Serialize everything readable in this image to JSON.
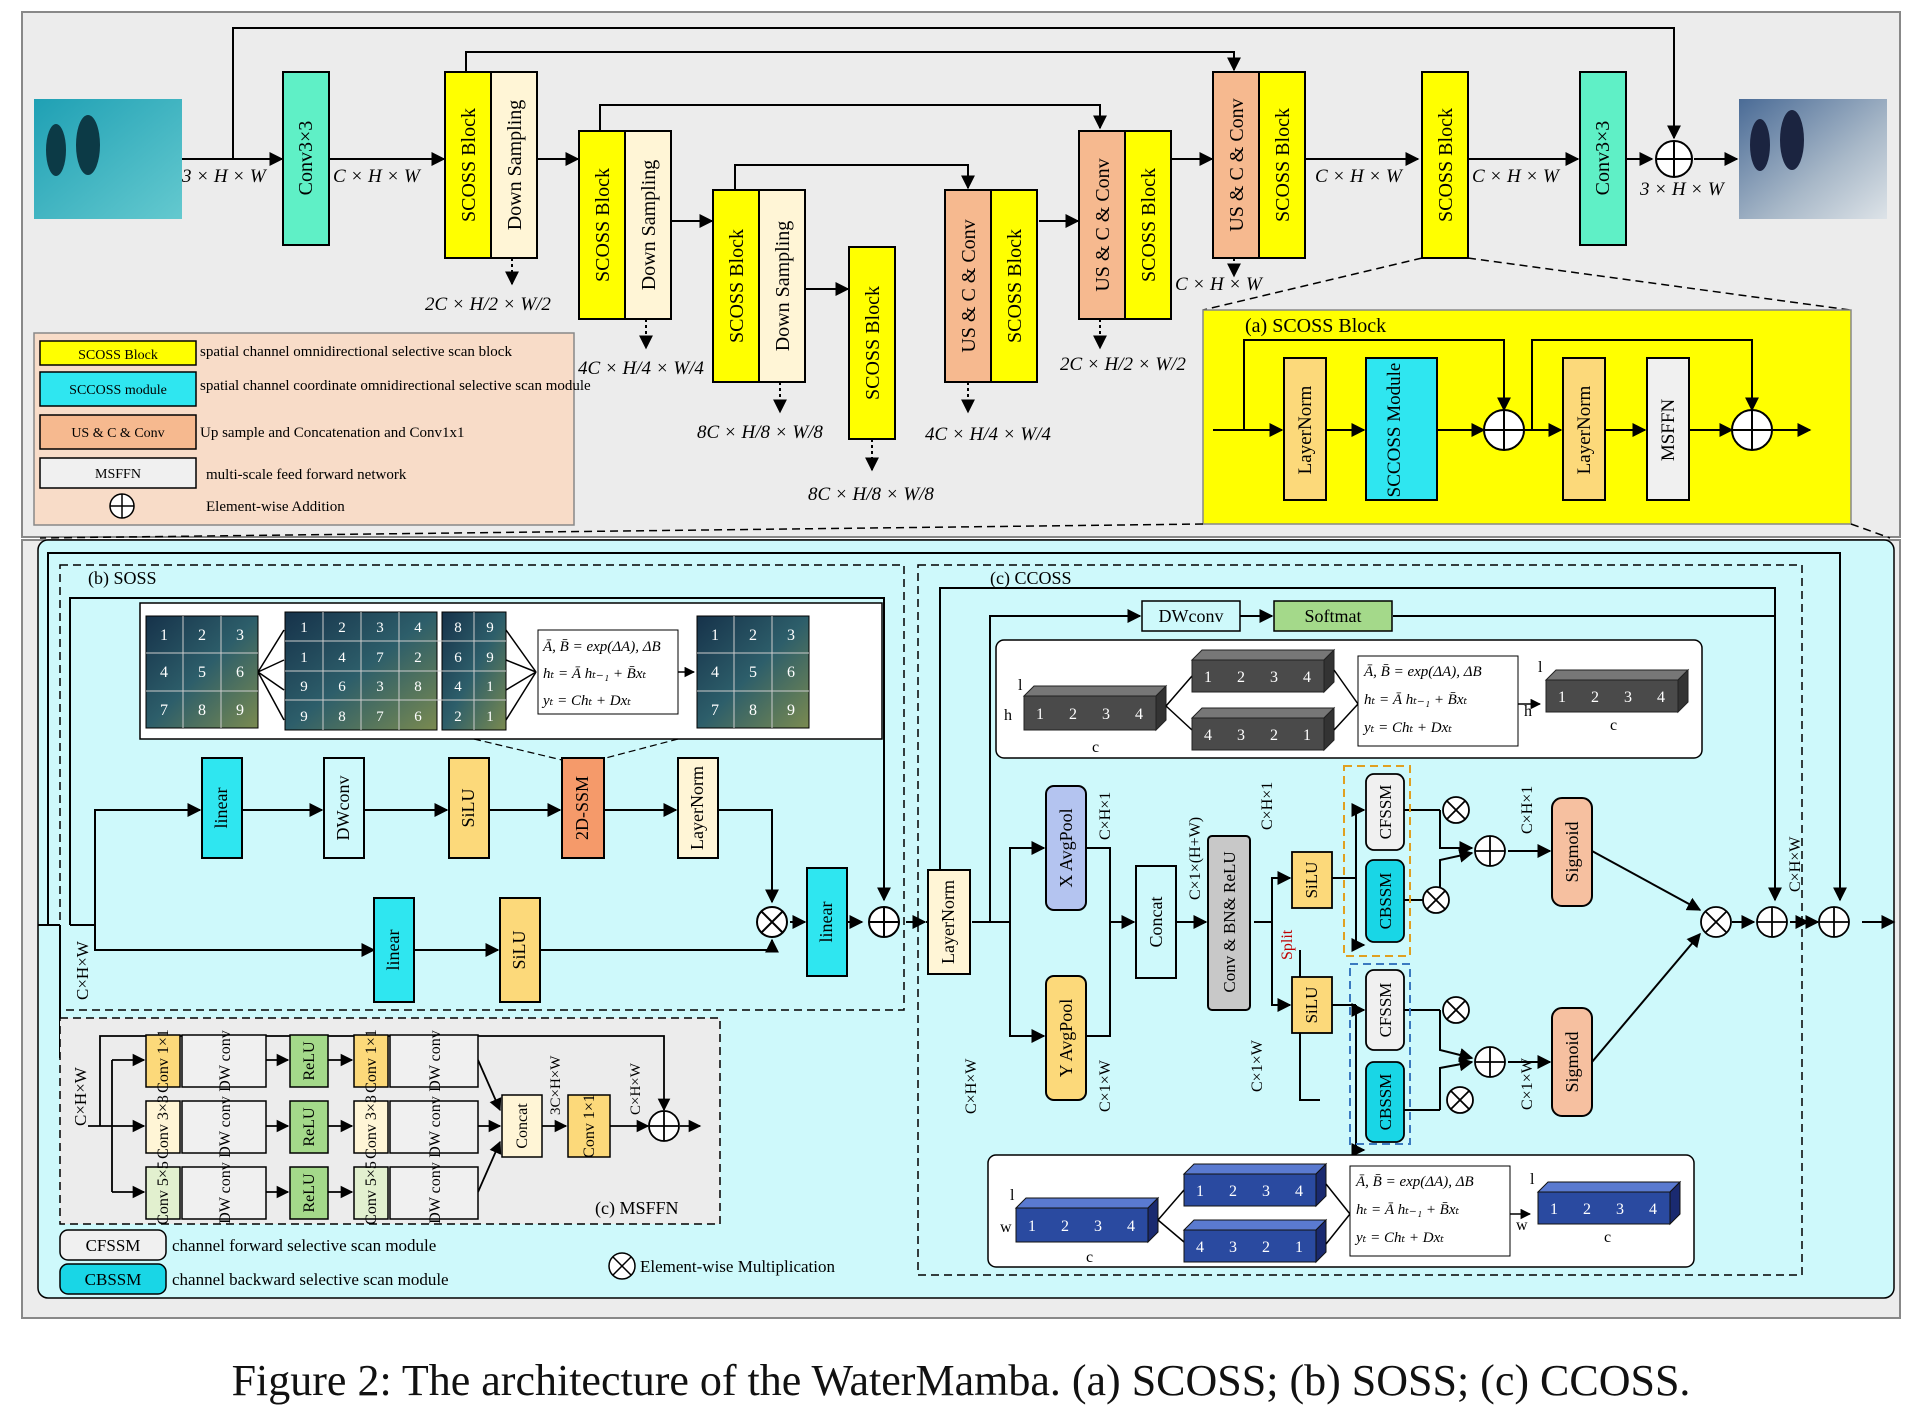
{
  "encoder_blocks": [
    {
      "id": "conv_in",
      "label": "Conv3×3"
    },
    {
      "id": "scoss1",
      "label": "SCOSS Block"
    },
    {
      "id": "down1",
      "label": "Down Sampling"
    },
    {
      "id": "scoss2",
      "label": "SCOSS Block"
    },
    {
      "id": "down2",
      "label": "Down Sampling"
    },
    {
      "id": "scoss3",
      "label": "SCOSS Block"
    },
    {
      "id": "down3",
      "label": "Down Sampling"
    },
    {
      "id": "scoss4",
      "label": "SCOSS Block"
    },
    {
      "id": "usc1",
      "label": "US & C & Conv"
    },
    {
      "id": "scoss5",
      "label": "SCOSS Block"
    },
    {
      "id": "usc2",
      "label": "US & C & Conv"
    },
    {
      "id": "scoss6",
      "label": "SCOSS Block"
    },
    {
      "id": "usc3",
      "label": "US & C & Conv"
    },
    {
      "id": "scoss7",
      "label": "SCOSS Block"
    },
    {
      "id": "scoss8",
      "label": "SCOSS Block"
    },
    {
      "id": "conv_out",
      "label": "Conv3×3"
    }
  ],
  "dims": {
    "in": "3 × H × W",
    "c1": "C × H × W",
    "d1": "2C × H/2 × W/2",
    "d2": "4C × H/4 × W/4",
    "d3": "8C × H/8 × W/8",
    "d4": "8C × H/8 × W/8",
    "u1": "4C × H/4 × W/4",
    "u2": "2C × H/2 × W/2",
    "u3": "C × H × W",
    "c2": "C × H × W",
    "c3": "C × H × W",
    "out": "3 × H × W"
  },
  "legend": [
    {
      "key": "SCOSS Block",
      "desc": "spatial channel omnidirectional selective scan block"
    },
    {
      "key": "SCCOSS module",
      "desc": "spatial channel coordinate omnidirectional selective scan module"
    },
    {
      "key": "US & C & Conv",
      "desc": "Up sample and Concatenation and Conv1x1"
    },
    {
      "key": "MSFFN",
      "desc": "multi-scale feed forward network"
    },
    {
      "key": "⊕",
      "desc": "Element-wise Addition"
    }
  ],
  "scoss_panel": {
    "title": "(a) SCOSS Block",
    "layernorm1": "LayerNorm",
    "sccoss": "SCCOSS Module",
    "layernorm2": "LayerNorm",
    "msffn": "MSFFN"
  },
  "soss": {
    "title": "(b) SOSS",
    "linear1": "linear",
    "dwconv": "DWconv",
    "silu1": "SiLU",
    "ssm": "2D-SSM",
    "layernorm": "LayerNorm",
    "linear2": "linear",
    "silu2": "SiLU",
    "linear3": "linear",
    "dim": "C×H×W",
    "grid": [
      "1",
      "2",
      "3",
      "4",
      "5",
      "6",
      "7",
      "8",
      "9"
    ],
    "scan_rows": [
      [
        "1",
        "2",
        "3",
        "4"
      ],
      [
        "1",
        "4",
        "7",
        "2"
      ],
      [
        "9",
        "6",
        "3",
        "8"
      ],
      [
        "9",
        "8",
        "7",
        "6"
      ]
    ],
    "scan_rows_end": [
      [
        "8",
        "9"
      ],
      [
        "6",
        "9"
      ],
      [
        "4",
        "1"
      ],
      [
        "2",
        "1"
      ]
    ],
    "eq1": "Ā, B̄ = exp(ΔA), ΔB",
    "eq2": "hₜ = Ā hₜ₋₁ + B̄xₜ",
    "eq3": "yₜ = Chₜ + Dxₜ"
  },
  "msffn": {
    "title": "(c) MSFFN",
    "dim_in": "C×H×W",
    "rows": [
      {
        "conv": "Conv 1×1",
        "dw": "DW conv",
        "act": "ReLU",
        "conv2": "Conv 1×1",
        "dw2": "DW conv"
      },
      {
        "conv": "Conv 3×3",
        "dw": "DW conv",
        "act": "ReLU",
        "conv2": "Conv 3×3",
        "dw2": "DW conv"
      },
      {
        "conv": "Conv 5×5",
        "dw": "DW conv",
        "act": "ReLU",
        "conv2": "Conv 5×5",
        "dw2": "DW conv"
      }
    ],
    "concat": "Concat",
    "dim_concat": "3C×H×W",
    "conv_out": "Conv 1×1",
    "dim_out": "C×H×W"
  },
  "ccoss": {
    "title": "(c) CCOSS",
    "dwconv": "DWconv",
    "softmax": "Softmat",
    "layernorm": "LayerNorm",
    "x_pool": "X AvgPool",
    "y_pool": "Y AvgPool",
    "concat": "Concat",
    "conv_bn": "Conv & BN& ReLU",
    "silu": "SiLU",
    "cfssm": "CFSSM",
    "cbssm": "CBSSM",
    "sigmoid": "Sigmoid",
    "split": "Split",
    "dim_ch1": "C×H×1",
    "dim_c1w": "C×1×W",
    "dim_cat": "C×1×(H+W)",
    "dim_chw": "C×H×W",
    "tokens": [
      "1",
      "2",
      "3",
      "4"
    ],
    "tokens_rev": [
      "4",
      "3",
      "2",
      "1"
    ],
    "label_l": "l",
    "label_h": "h",
    "label_w": "w",
    "label_c": "c"
  },
  "bottom_legend": [
    {
      "key": "CFSSM",
      "desc": "channel forward selective scan module"
    },
    {
      "key": "CBSSM",
      "desc": "channel backward selective scan module"
    }
  ],
  "mult_legend": "Element-wise Multiplication",
  "caption": "Figure 2: The architecture of the WaterMamba. (a) SCOSS; (b) SOSS; (c) CCOSS.",
  "colors": {
    "scoss": "#ffff00",
    "down": "#fff5d6",
    "usc": "#f6b98f",
    "conv": "#5ff0c6",
    "cyan": "#2fe6f0",
    "orange": "#fcd97a",
    "peach": "#f6c0a0",
    "ssm": "#f59a6a",
    "panel_bg": "#cef9fb",
    "top_bg": "#eeeeee",
    "legend_bg": "#f8dcc8",
    "dark_token": "#4a4a4a",
    "blue_token": "#2a4aa0",
    "green": "#a4d98a"
  }
}
